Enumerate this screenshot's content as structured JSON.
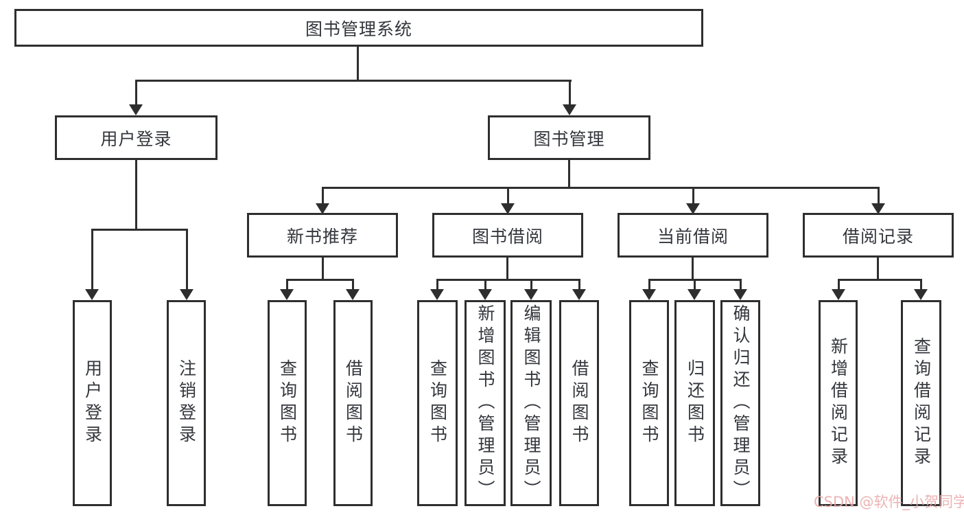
{
  "diagram": {
    "root": {
      "label": "图书管理系统"
    },
    "level2": [
      {
        "label": "用户登录"
      },
      {
        "label": "图书管理"
      }
    ],
    "level3": [
      {
        "label": "新书推荐"
      },
      {
        "label": "图书借阅"
      },
      {
        "label": "当前借阅"
      },
      {
        "label": "借阅记录"
      }
    ],
    "leaves": {
      "user_login": [
        "用户登录",
        "注销登录"
      ],
      "new_book": [
        "查询图书",
        "借阅图书"
      ],
      "book_borrow": [
        "查询图书",
        "新增图书（管理员）",
        "编辑图书（管理员）",
        "借阅图书"
      ],
      "current_borrow": [
        "查询图书",
        "归还图书",
        "确认归还（管理员）"
      ],
      "borrow_record": [
        "新增借阅记录",
        "查询借阅记录"
      ]
    },
    "watermark": "CSDN @软件_小贺同学",
    "colors": {
      "line": "#2e2e2e",
      "text": "#33363c",
      "background": "#ffffff",
      "watermark": "#e9a6a6"
    }
  }
}
